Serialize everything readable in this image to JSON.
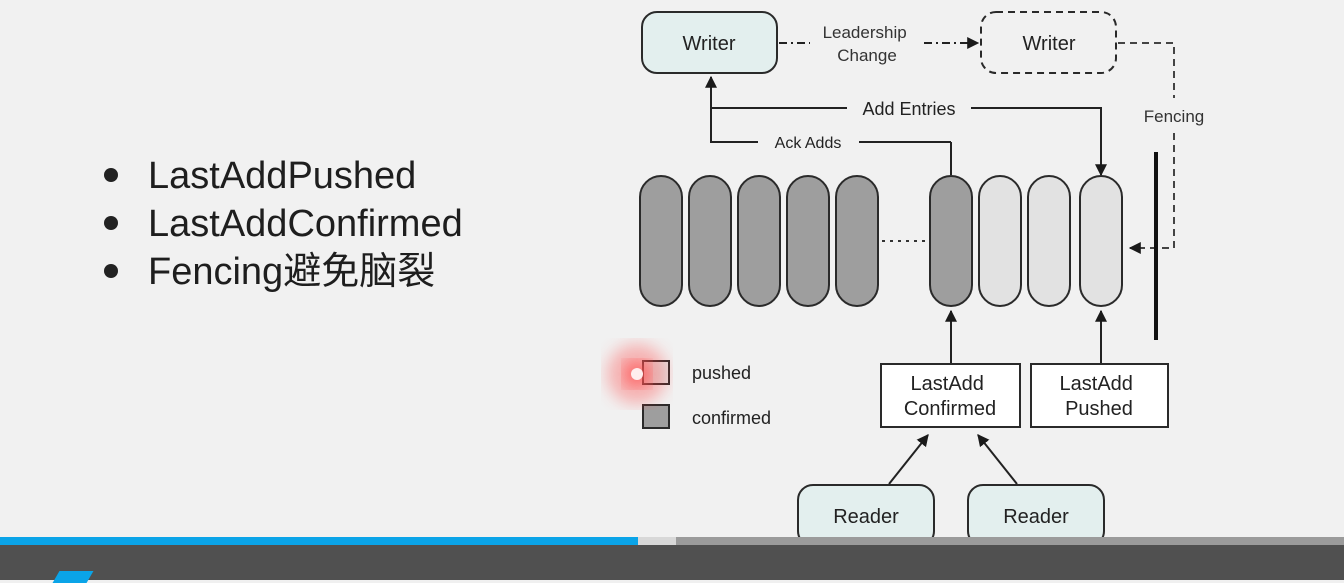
{
  "bullets": [
    "LastAddPushed",
    "LastAddConfirmed",
    "Fencing避免脑裂"
  ],
  "diagram": {
    "writer_label": "Writer",
    "new_writer_label": "Writer",
    "leadership_change": [
      "Leadership",
      "Change"
    ],
    "add_entries": "Add Entries",
    "ack_adds": "Ack Adds",
    "fencing": "Fencing",
    "lac_box": [
      "LastAdd",
      "Confirmed"
    ],
    "lap_box": [
      "LastAdd",
      "Pushed"
    ],
    "reader1": "Reader",
    "reader2": "Reader",
    "legend_pushed": "pushed",
    "legend_confirmed": "confirmed"
  },
  "colors": {
    "confirmed_fill": "#9e9e9e",
    "pushed_fill": "#e2e2e2",
    "node_fill": "#e3efee",
    "progress": "#0aa4e8"
  },
  "video": {
    "progress_fraction": 0.475,
    "buffered_fraction": 0.503
  }
}
